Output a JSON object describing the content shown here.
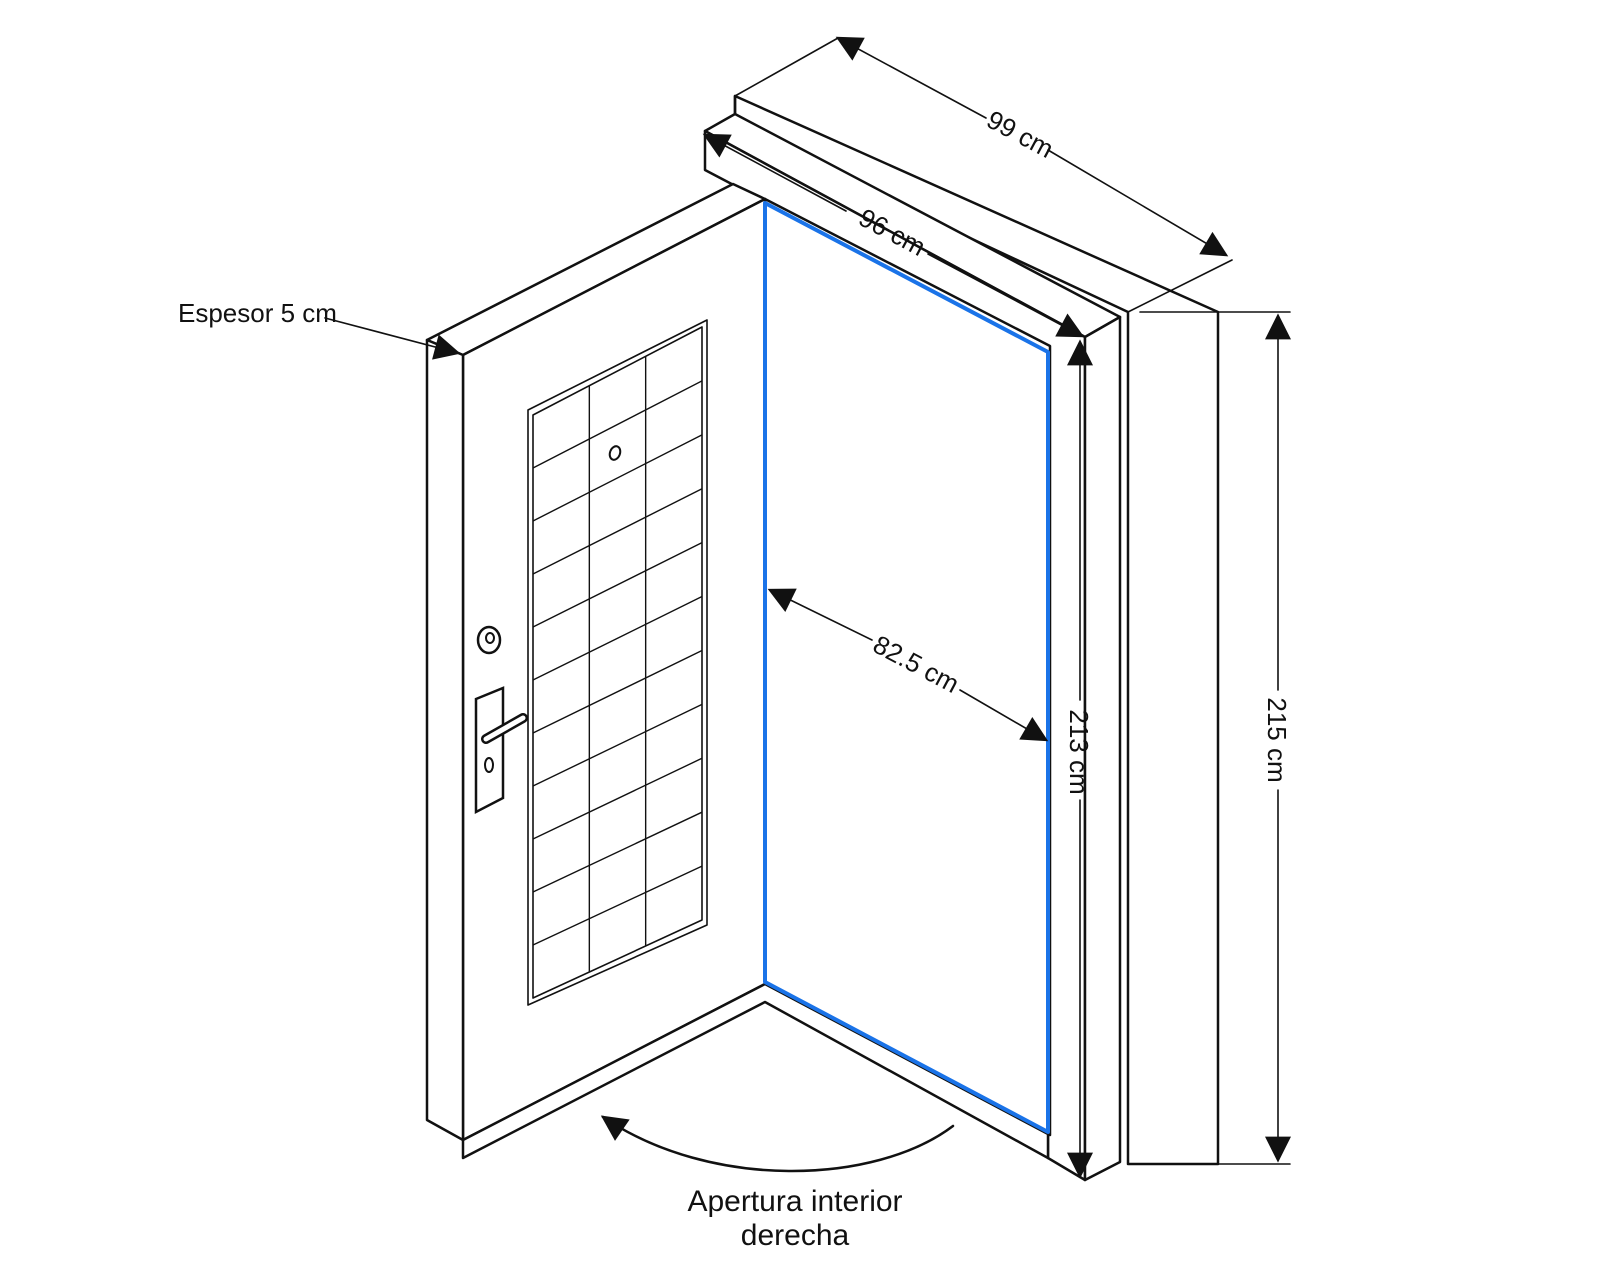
{
  "diagram": {
    "labels": {
      "outer_width": "99 cm",
      "frame_width": "96 cm",
      "leaf_width": "82.5 cm",
      "frame_height": "213 cm",
      "outer_height": "215 cm",
      "thickness": "Espesor 5 cm",
      "opening_line1": "Apertura interior",
      "opening_line2": "derecha"
    },
    "colors": {
      "line": "#111111",
      "highlight": "#1a73e8",
      "background": "#ffffff"
    }
  }
}
